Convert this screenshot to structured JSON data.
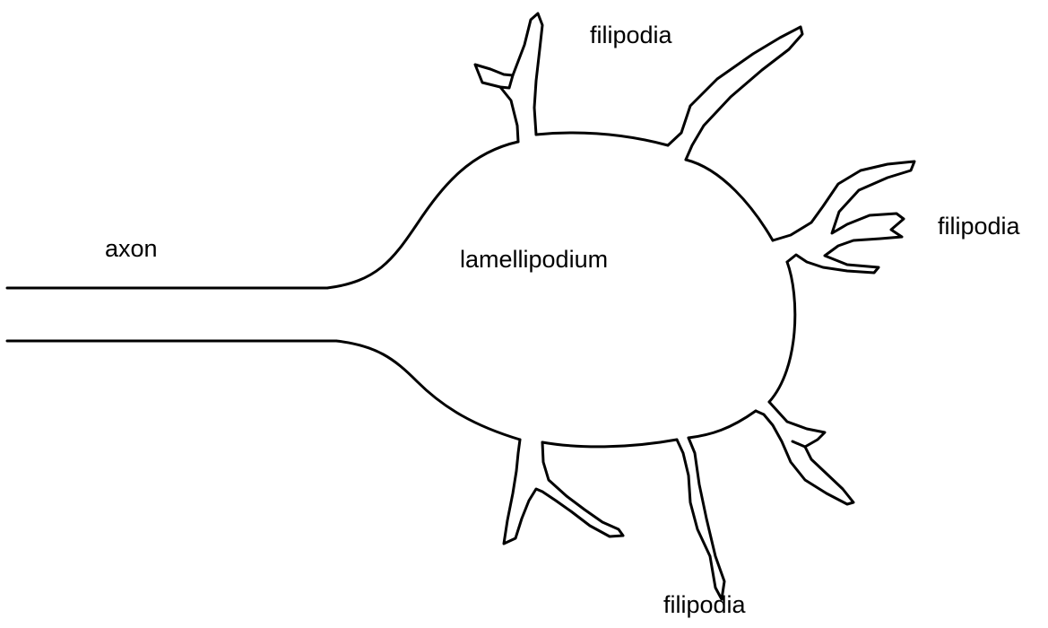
{
  "labels": {
    "axon": "axon",
    "lamellipodium": "lamellipodium",
    "filipodia_top": "filipodia",
    "filipodia_right": "filipodia",
    "filipodia_bottom": "filipodia"
  },
  "colors": {
    "stroke": "#000000",
    "background": "#ffffff"
  }
}
